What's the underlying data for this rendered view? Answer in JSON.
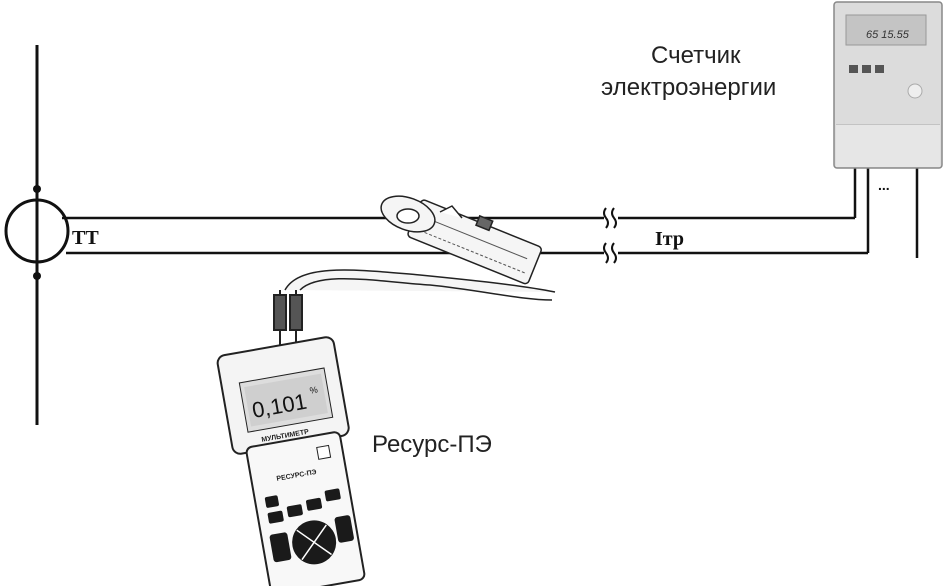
{
  "labels": {
    "meter_line1": "Счетчик",
    "meter_line2": "электроэнергии",
    "ct": "TT",
    "current": "Iтр",
    "device": "Ресурс-ПЭ",
    "ellipsis": "..."
  },
  "meter": {
    "display": "65 15.55"
  },
  "device": {
    "display_value": "0,101",
    "display_unit": "%",
    "panel_label": "МУЛЬТИМЕТР",
    "brand": "РЕСУРС-ПЭ"
  },
  "colors": {
    "line": "#111111",
    "meter_body": "#d9d9d9",
    "device_body": "#f2f2f2",
    "key": "#1a1a1a"
  }
}
